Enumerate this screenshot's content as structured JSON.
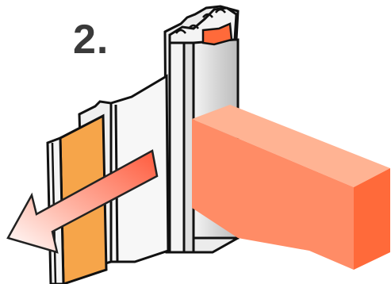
{
  "step": {
    "label": "2."
  },
  "colors": {
    "strip_fill": "#f6a54a",
    "block_front": "#ff8c66",
    "block_top": "#ffb393",
    "block_side": "#ff6a3a",
    "arrow_start": "#ff5a3c",
    "frame_gray": "#d9d9d9",
    "outline": "#111111"
  },
  "icons": [
    "strip-removal-arrow",
    "seal-profile",
    "foam-block",
    "aluminium-frame-profile"
  ]
}
